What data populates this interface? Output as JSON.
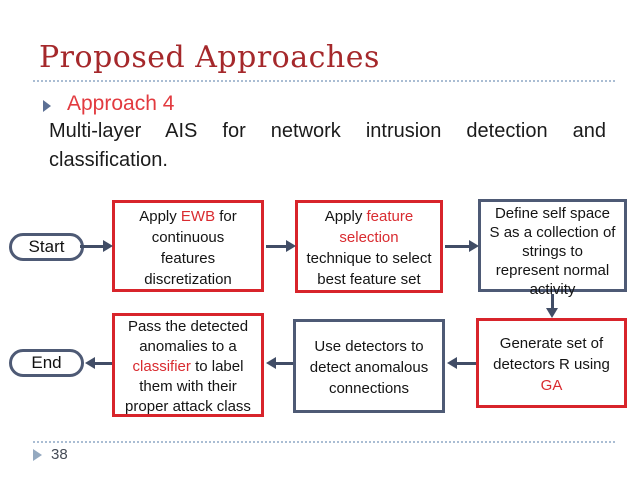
{
  "slide": {
    "title": "Proposed Approaches",
    "bullet_label": "Approach 4",
    "body_text": "Multi-layer AIS for network intrusion detection and classification.",
    "page_number": "38"
  },
  "colors": {
    "title_red": "#a5282b",
    "accent_red": "#d8242b",
    "red_text": "#d92b30",
    "approach_red": "#e23a3f",
    "slate_border": "#4e5a75",
    "arrow": "#414d66",
    "dotted_rule": "#aabdd3",
    "bullet_triangle": "#5c7095",
    "footer_triangle": "#94a9c0",
    "page_number_color": "#454b56",
    "body_text_color": "#1b1b1b"
  },
  "flowchart": {
    "start_label": "Start",
    "end_label": "End",
    "boxes": {
      "discretization": {
        "l1a": "Apply ",
        "l1b": "EWB",
        "l1c": " for",
        "l2": "continuous",
        "l3": "features",
        "l4": "discretization"
      },
      "feature_selection": {
        "l1a": "Apply ",
        "l1b": "feature",
        "l2b": "selection",
        "l3": "technique to select",
        "l4": "best feature set"
      },
      "self_space": {
        "l1": "Define self space",
        "l2": "S as a collection of",
        "l3": "strings to",
        "l4": "represent normal",
        "l5": "activity"
      },
      "generate_detectors": {
        "l1": "Generate set of",
        "l2": "detectors R using",
        "l3b": "GA"
      },
      "use_detectors": {
        "l1": "Use detectors to",
        "l2": "detect anomalous",
        "l3": "connections"
      },
      "classifier": {
        "l1": "Pass the detected",
        "l2": "anomalies to a",
        "l3b": "classifier",
        "l3c": " to label",
        "l4": "them with their",
        "l5": "proper attack class"
      }
    }
  }
}
